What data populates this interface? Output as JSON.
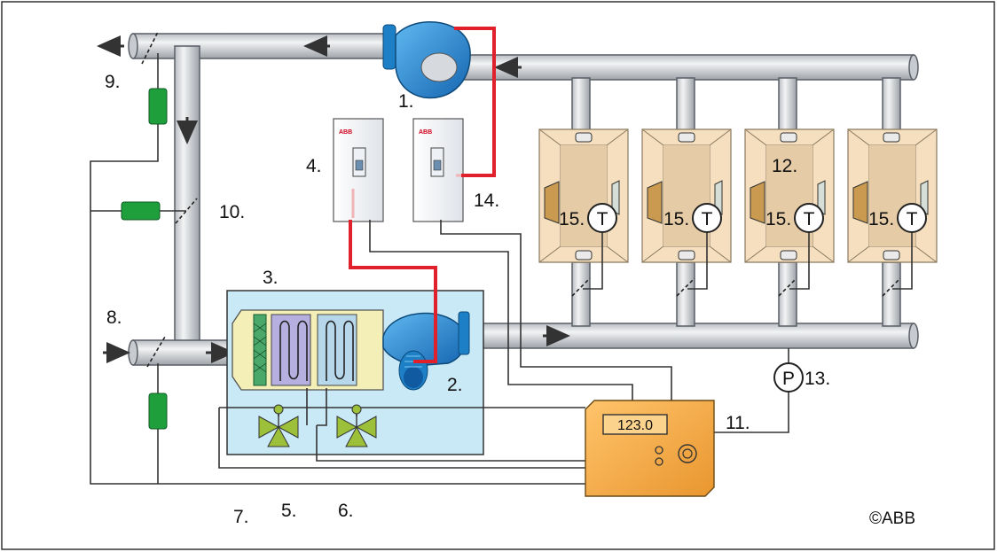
{
  "labels": {
    "n1": "1.",
    "n2": "2.",
    "n3": "3.",
    "n4": "4.",
    "n5": "5.",
    "n6": "6.",
    "n7": "7.",
    "n8": "8.",
    "n9": "9.",
    "n10": "10.",
    "n11": "11.",
    "n12": "12.",
    "n13": "13.",
    "n14": "14.",
    "n15": "15."
  },
  "controller": {
    "display_value": "123.0"
  },
  "sensors": {
    "temperature_symbol": "T",
    "pressure_symbol": "P"
  },
  "drives": {
    "brand_logo": "ABB"
  },
  "copyright": "©ABB",
  "colors": {
    "duct": "#d6d9dd",
    "duct_edge": "#5a5f66",
    "fan_blue": "#1e8fd8",
    "power_cable": "#e0202a",
    "ahu_panel": "#c9e9f7",
    "controller": "#f5ad4c",
    "room": "#f5dfbf",
    "actuator_green": "#1f9e3c",
    "valve_green": "#9cc03a",
    "heater_coil": "#b5b0e0",
    "cooler_coil": "#b7d8ea"
  }
}
